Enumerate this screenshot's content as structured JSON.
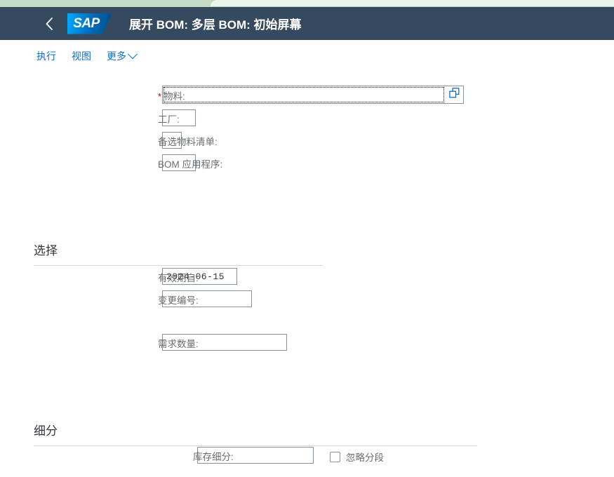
{
  "browser": {
    "strip_color": "#c4dcc4",
    "tab_color": "#eaf4ea"
  },
  "header": {
    "background_color": "#354a5f",
    "back_icon": "chevron-left-icon",
    "logo_text": "SAP",
    "title": "展开 BOM: 多层 BOM: 初始屏幕"
  },
  "toolbar": {
    "accent_color": "#0a6ed1",
    "execute_label": "执行",
    "view_label": "视图",
    "more_label": "更多",
    "more_icon": "chevron-down-icon"
  },
  "main_fields": [
    {
      "label": "物料:",
      "required": true,
      "value": "",
      "placeholder": "",
      "focused": true,
      "value_help_icon": "value-help-icon"
    },
    {
      "label": "工厂:",
      "required": false,
      "value": "",
      "placeholder": ""
    },
    {
      "label": "备选物料清单:",
      "required": false,
      "value": "",
      "placeholder": ""
    },
    {
      "label": "BOM 应用程序:",
      "required": false,
      "value": "",
      "placeholder": ""
    }
  ],
  "selection_group": {
    "title": "选择",
    "fields": [
      {
        "label": "有效期自:",
        "value": "2024-06-15",
        "placeholder": ""
      },
      {
        "label": "变更编号:",
        "value": "",
        "placeholder": ""
      },
      {
        "label": "需求数量:",
        "value": "",
        "placeholder": ""
      }
    ]
  },
  "breakdown_group": {
    "title": "细分",
    "field": {
      "label": "库存细分:",
      "value": "",
      "placeholder": ""
    },
    "checkbox": {
      "label": "忽略分段",
      "checked": false
    }
  }
}
